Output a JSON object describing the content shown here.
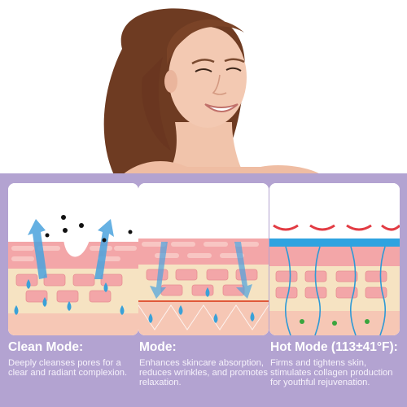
{
  "colors": {
    "panel": "#b3a3d1",
    "skin_top": "#f3a6a8",
    "skin_mid": "#f6e3c2",
    "skin_bottom": "#f6c7b5",
    "droplet": "#3aa1d8",
    "arrow": "#4ba3de",
    "caption_text": "#ffffff"
  },
  "modes": [
    {
      "title": "Clean Mode:",
      "description": "Deeply cleanses pores for a clear and radiant complexion.",
      "icon": "pore-cleansing-illustration"
    },
    {
      "title": "Mode:",
      "description": "Enhances skincare absorption, reduces wrinkles, and promotes relaxation.",
      "icon": "absorption-illustration"
    },
    {
      "title": "Hot Mode (113±41°F):",
      "description": "Firms and tightens skin, stimulates collagen production for youthful rejuvenation.",
      "icon": "collagen-heating-illustration"
    }
  ]
}
